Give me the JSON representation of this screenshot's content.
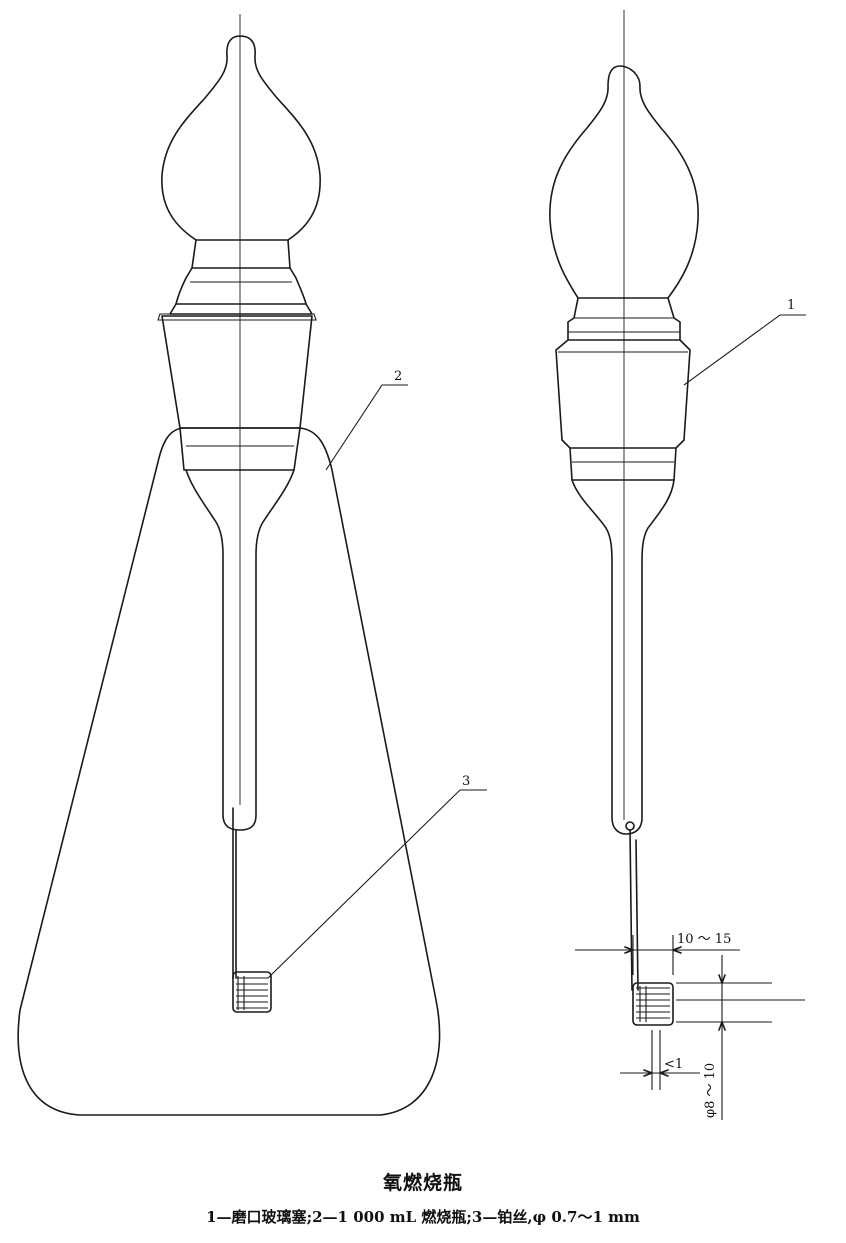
{
  "figure": {
    "title": "氧燃烧瓶",
    "caption": "1—磨口玻璃塞;2—1 000 mL 燃烧瓶;3—铂丝,φ 0.7～1 mm",
    "callouts": {
      "stopper": "1",
      "flask": "2",
      "wire": "3"
    },
    "dimensions": {
      "coil_length": "10 ～ 15",
      "gap": "<1",
      "coil_diameter": "φ8 ～ 10"
    }
  }
}
